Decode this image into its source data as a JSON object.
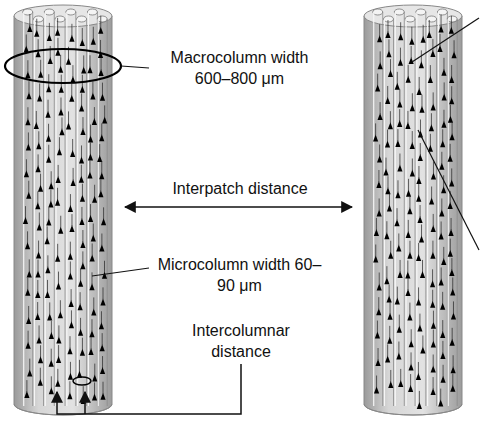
{
  "diagram": {
    "labels": [
      "Macrocolumn width 600–800 μm",
      "Interpatch distance",
      "Microcolumn width 60–90 μm",
      "Intercolumnar distance"
    ]
  }
}
